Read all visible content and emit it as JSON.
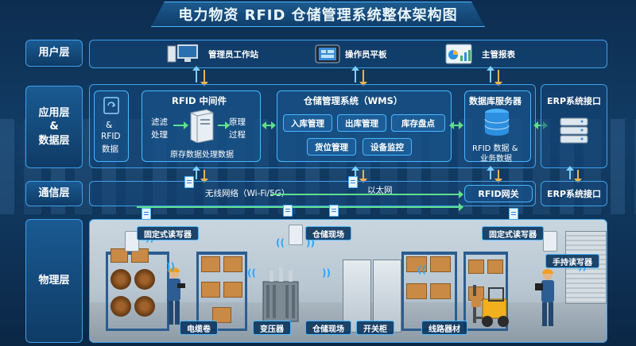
{
  "title": "电力物资 RFID 仓储管理系统整体架构图",
  "layers": {
    "user": "用户层",
    "app_line1": "应用层",
    "app_line2": "&",
    "app_line3": "数据层",
    "comm": "通信层",
    "physical": "物理层"
  },
  "user_layer": {
    "items": [
      "管理员工作站",
      "操作员平板",
      "主管报表"
    ]
  },
  "app_layer": {
    "left_card": {
      "line1": "&",
      "line2": "RFID",
      "line3": "数据"
    },
    "middleware": {
      "title": "RFID 中间件",
      "left_text": [
        "滤滤",
        "处理"
      ],
      "right_text": [
        "原理",
        "过程"
      ],
      "caption": "原存数据处理数据"
    },
    "wms": {
      "title": "仓储管理系统（WMS）",
      "buttons": [
        "入库管理",
        "出库管理",
        "库存盘点",
        "货位管理",
        "设备监控"
      ]
    },
    "db": {
      "title": "数据库服务器",
      "caption_line1": "RFID 数据 &",
      "caption_line2": "业务数据"
    },
    "erp": {
      "title": "ERP系统接口"
    }
  },
  "comm_layer": {
    "wifi_label": "无线网络（Wi-Fi/5G）",
    "ethernet_label": "以太网",
    "gateway": "RFID网关",
    "erp": "ERP系统接口"
  },
  "physical_layer": {
    "fixed_reader_left": "固定式读写器",
    "warehouse_top": "仓储现场",
    "fixed_reader_right": "固定式读写器",
    "handheld": "手持读写器",
    "bottom_labels": [
      "电缆卷",
      "变压器",
      "仓储现场",
      "开关柜",
      "线路器材"
    ]
  },
  "colors": {
    "accent": "#46b8ff",
    "arrow_up": "#7fd0ff",
    "arrow_down": "#f0b24a",
    "link": "#5fe08a"
  }
}
